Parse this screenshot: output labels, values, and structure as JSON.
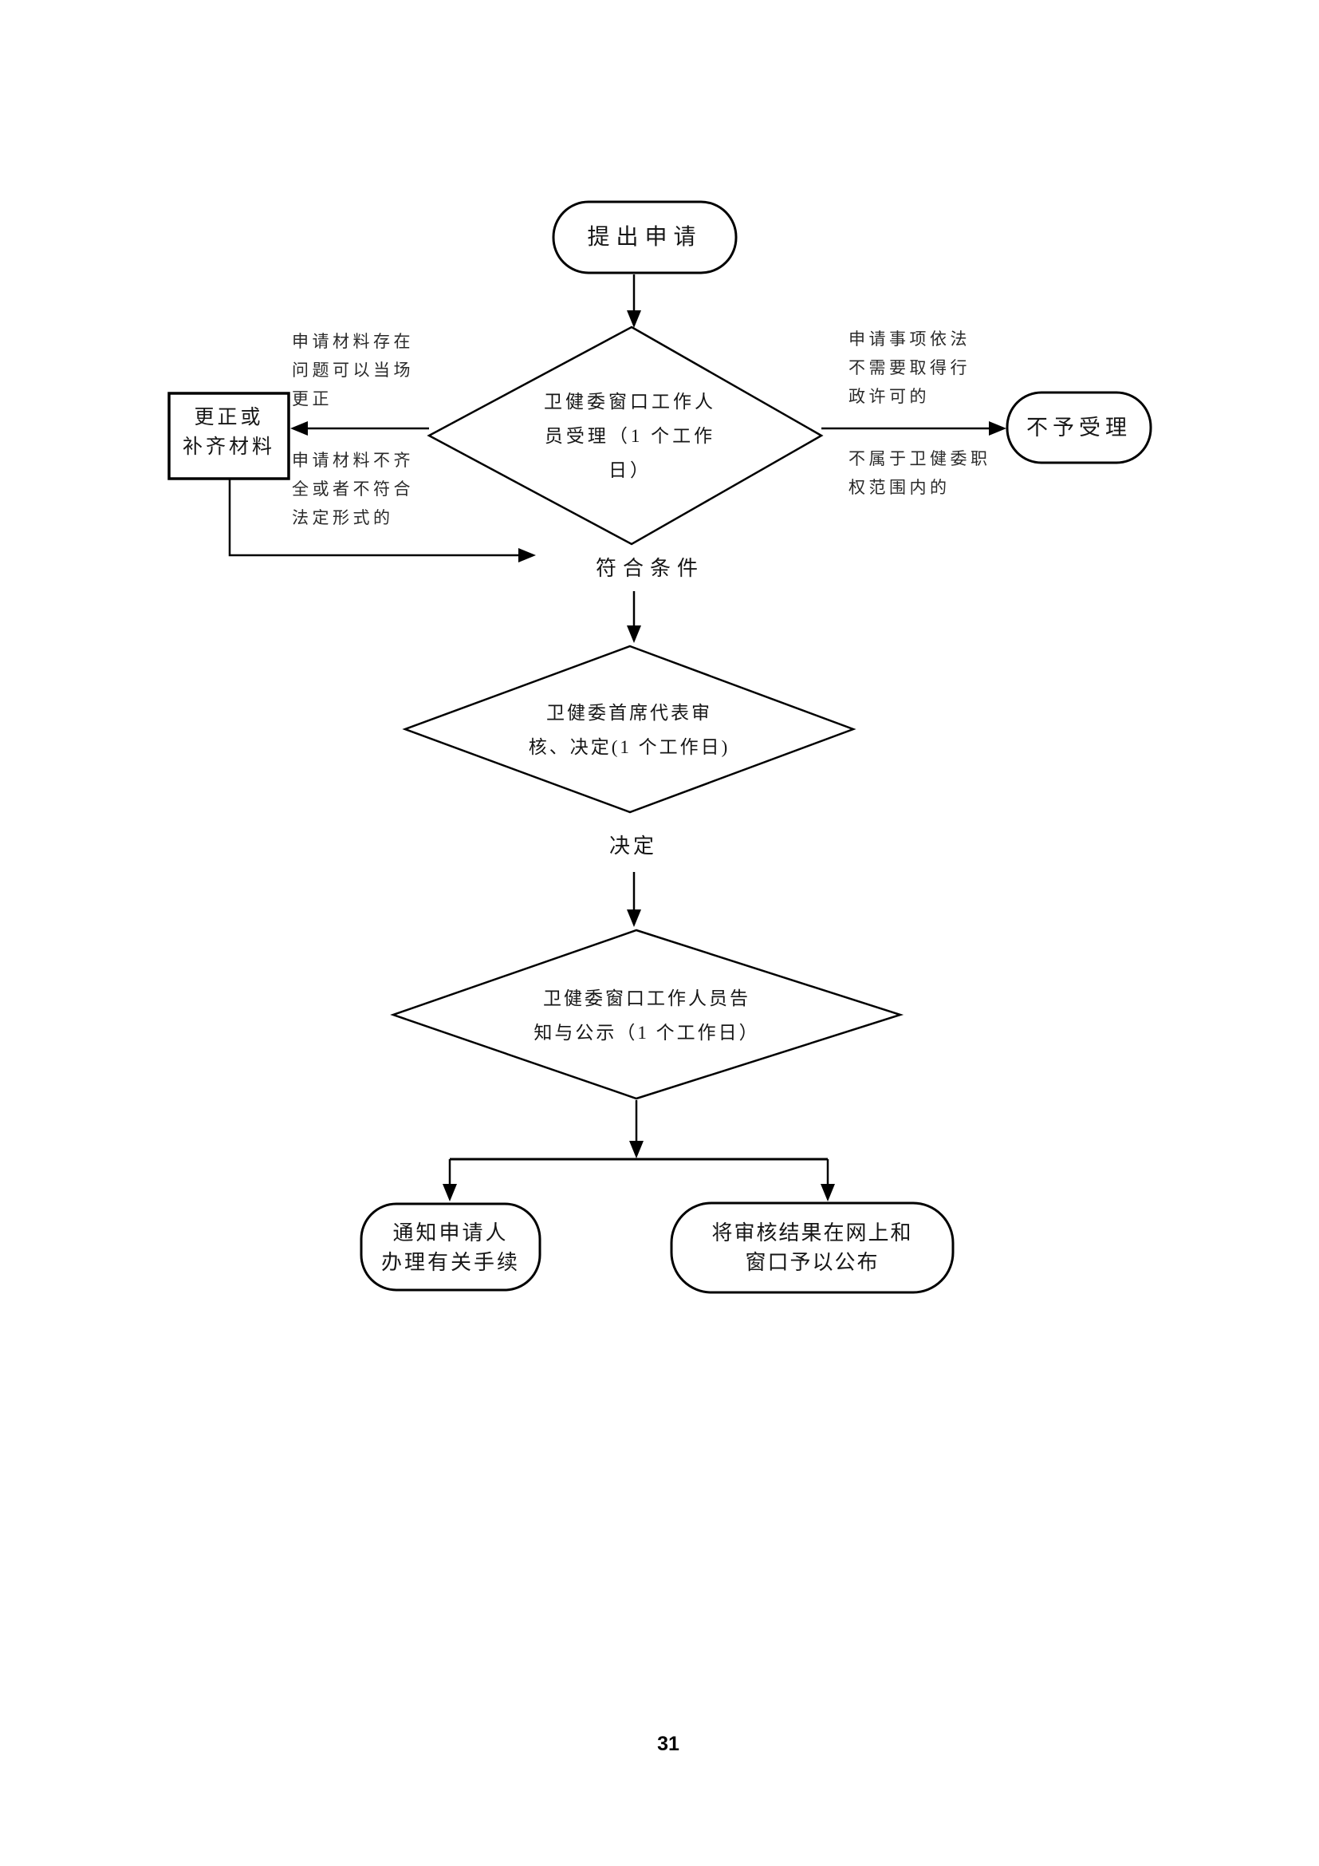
{
  "page": {
    "number": "31"
  },
  "nodes": {
    "start": {
      "label": "提出申请"
    },
    "accept_review": {
      "lines": [
        "卫健委窗口工作人",
        "员受理（1 个工作",
        "日）"
      ]
    },
    "correct_materials": {
      "lines": [
        "更正或",
        "补齐材料"
      ]
    },
    "reject": {
      "label": "不予受理"
    },
    "chief_review": {
      "lines": [
        "卫健委首席代表审",
        "核、决定(1 个工作日)"
      ]
    },
    "notify_publicity": {
      "lines": [
        "卫健委窗口工作人员告",
        "知与公示（1 个工作日）"
      ]
    },
    "notify_applicant": {
      "lines": [
        "通知申请人",
        "办理有关手续"
      ]
    },
    "publish_result": {
      "lines": [
        "将审核结果在网上和",
        "窗口予以公布"
      ]
    }
  },
  "labels": {
    "meets_conditions": "符合条件",
    "decision": "决定"
  },
  "annotations": {
    "top_left": {
      "lines": [
        "申请材料存在",
        "问题可以当场",
        "更正"
      ]
    },
    "bottom_left": {
      "lines": [
        "申请材料不齐",
        "全或者不符合",
        "法定形式的"
      ]
    },
    "top_right": {
      "lines": [
        "申请事项依法",
        "不需要取得行",
        "政许可的"
      ]
    },
    "bottom_right": {
      "lines": [
        "不属于卫健委职",
        "权范围内的"
      ]
    }
  },
  "colors": {
    "line": "#000000",
    "text": "#161616",
    "background": "#ffffff"
  }
}
